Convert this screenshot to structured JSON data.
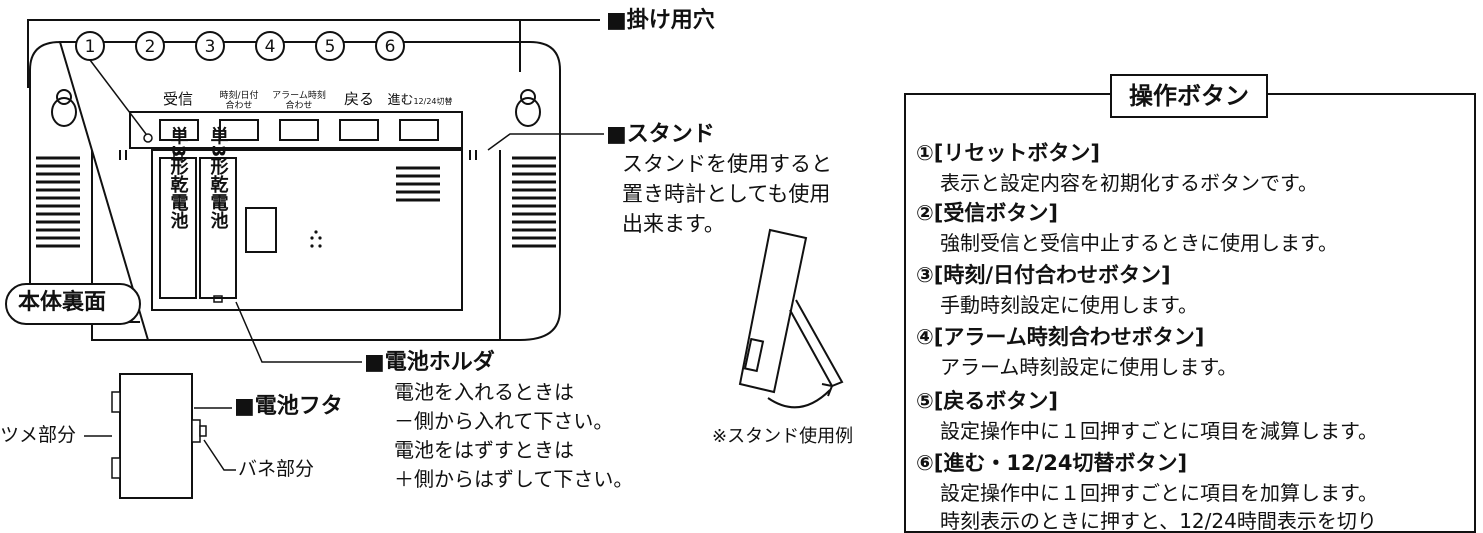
{
  "diagram": {
    "back_view": {
      "label": "本体裏面",
      "button_numbers": [
        "①",
        "②",
        "③",
        "④",
        "⑤",
        "⑥"
      ],
      "button_labels": [
        "受信",
        "時刻/日付\n合わせ",
        "アラーム時刻\n合わせ",
        "戻る",
        "進む12/24切替"
      ],
      "battery_text": "単3形乾電池"
    },
    "callouts": {
      "hanging_hole": "■掛け用穴",
      "stand_title": "■スタンド",
      "stand_desc": [
        "スタンドを使用すると",
        "置き時計としても使用",
        "出来ます。"
      ],
      "battery_holder_title": "■電池ホルダ",
      "battery_holder_desc": [
        "電池を入れるときは",
        "－側から入れて下さい。",
        "電池をはずすときは",
        "＋側からはずして下さい。"
      ],
      "battery_cover_title": "■電池フタ",
      "tab_part": "ツメ部分",
      "spring_part": "バネ部分",
      "stand_example": "※スタンド使用例"
    }
  },
  "operation_buttons": {
    "title": "操作ボタン",
    "items": [
      {
        "heading": "①[リセットボタン]",
        "desc": "表示と設定内容を初期化するボタンです。"
      },
      {
        "heading": "②[受信ボタン]",
        "desc": "強制受信と受信中止するときに使用します。"
      },
      {
        "heading": "③[時刻/日付合わせボタン]",
        "desc": "手動時刻設定に使用します。"
      },
      {
        "heading": "④[アラーム時刻合わせボタン]",
        "desc": "アラーム時刻設定に使用します。"
      },
      {
        "heading": "⑤[戻るボタン]",
        "desc": "設定操作中に１回押すごとに項目を減算します。"
      },
      {
        "heading": "⑥[進む・12/24切替ボタン]",
        "desc": "設定操作中に１回押すごとに項目を加算します。"
      }
    ],
    "cut_off_line": "時刻表示のときに押すと、12/24時間表示を切り"
  }
}
